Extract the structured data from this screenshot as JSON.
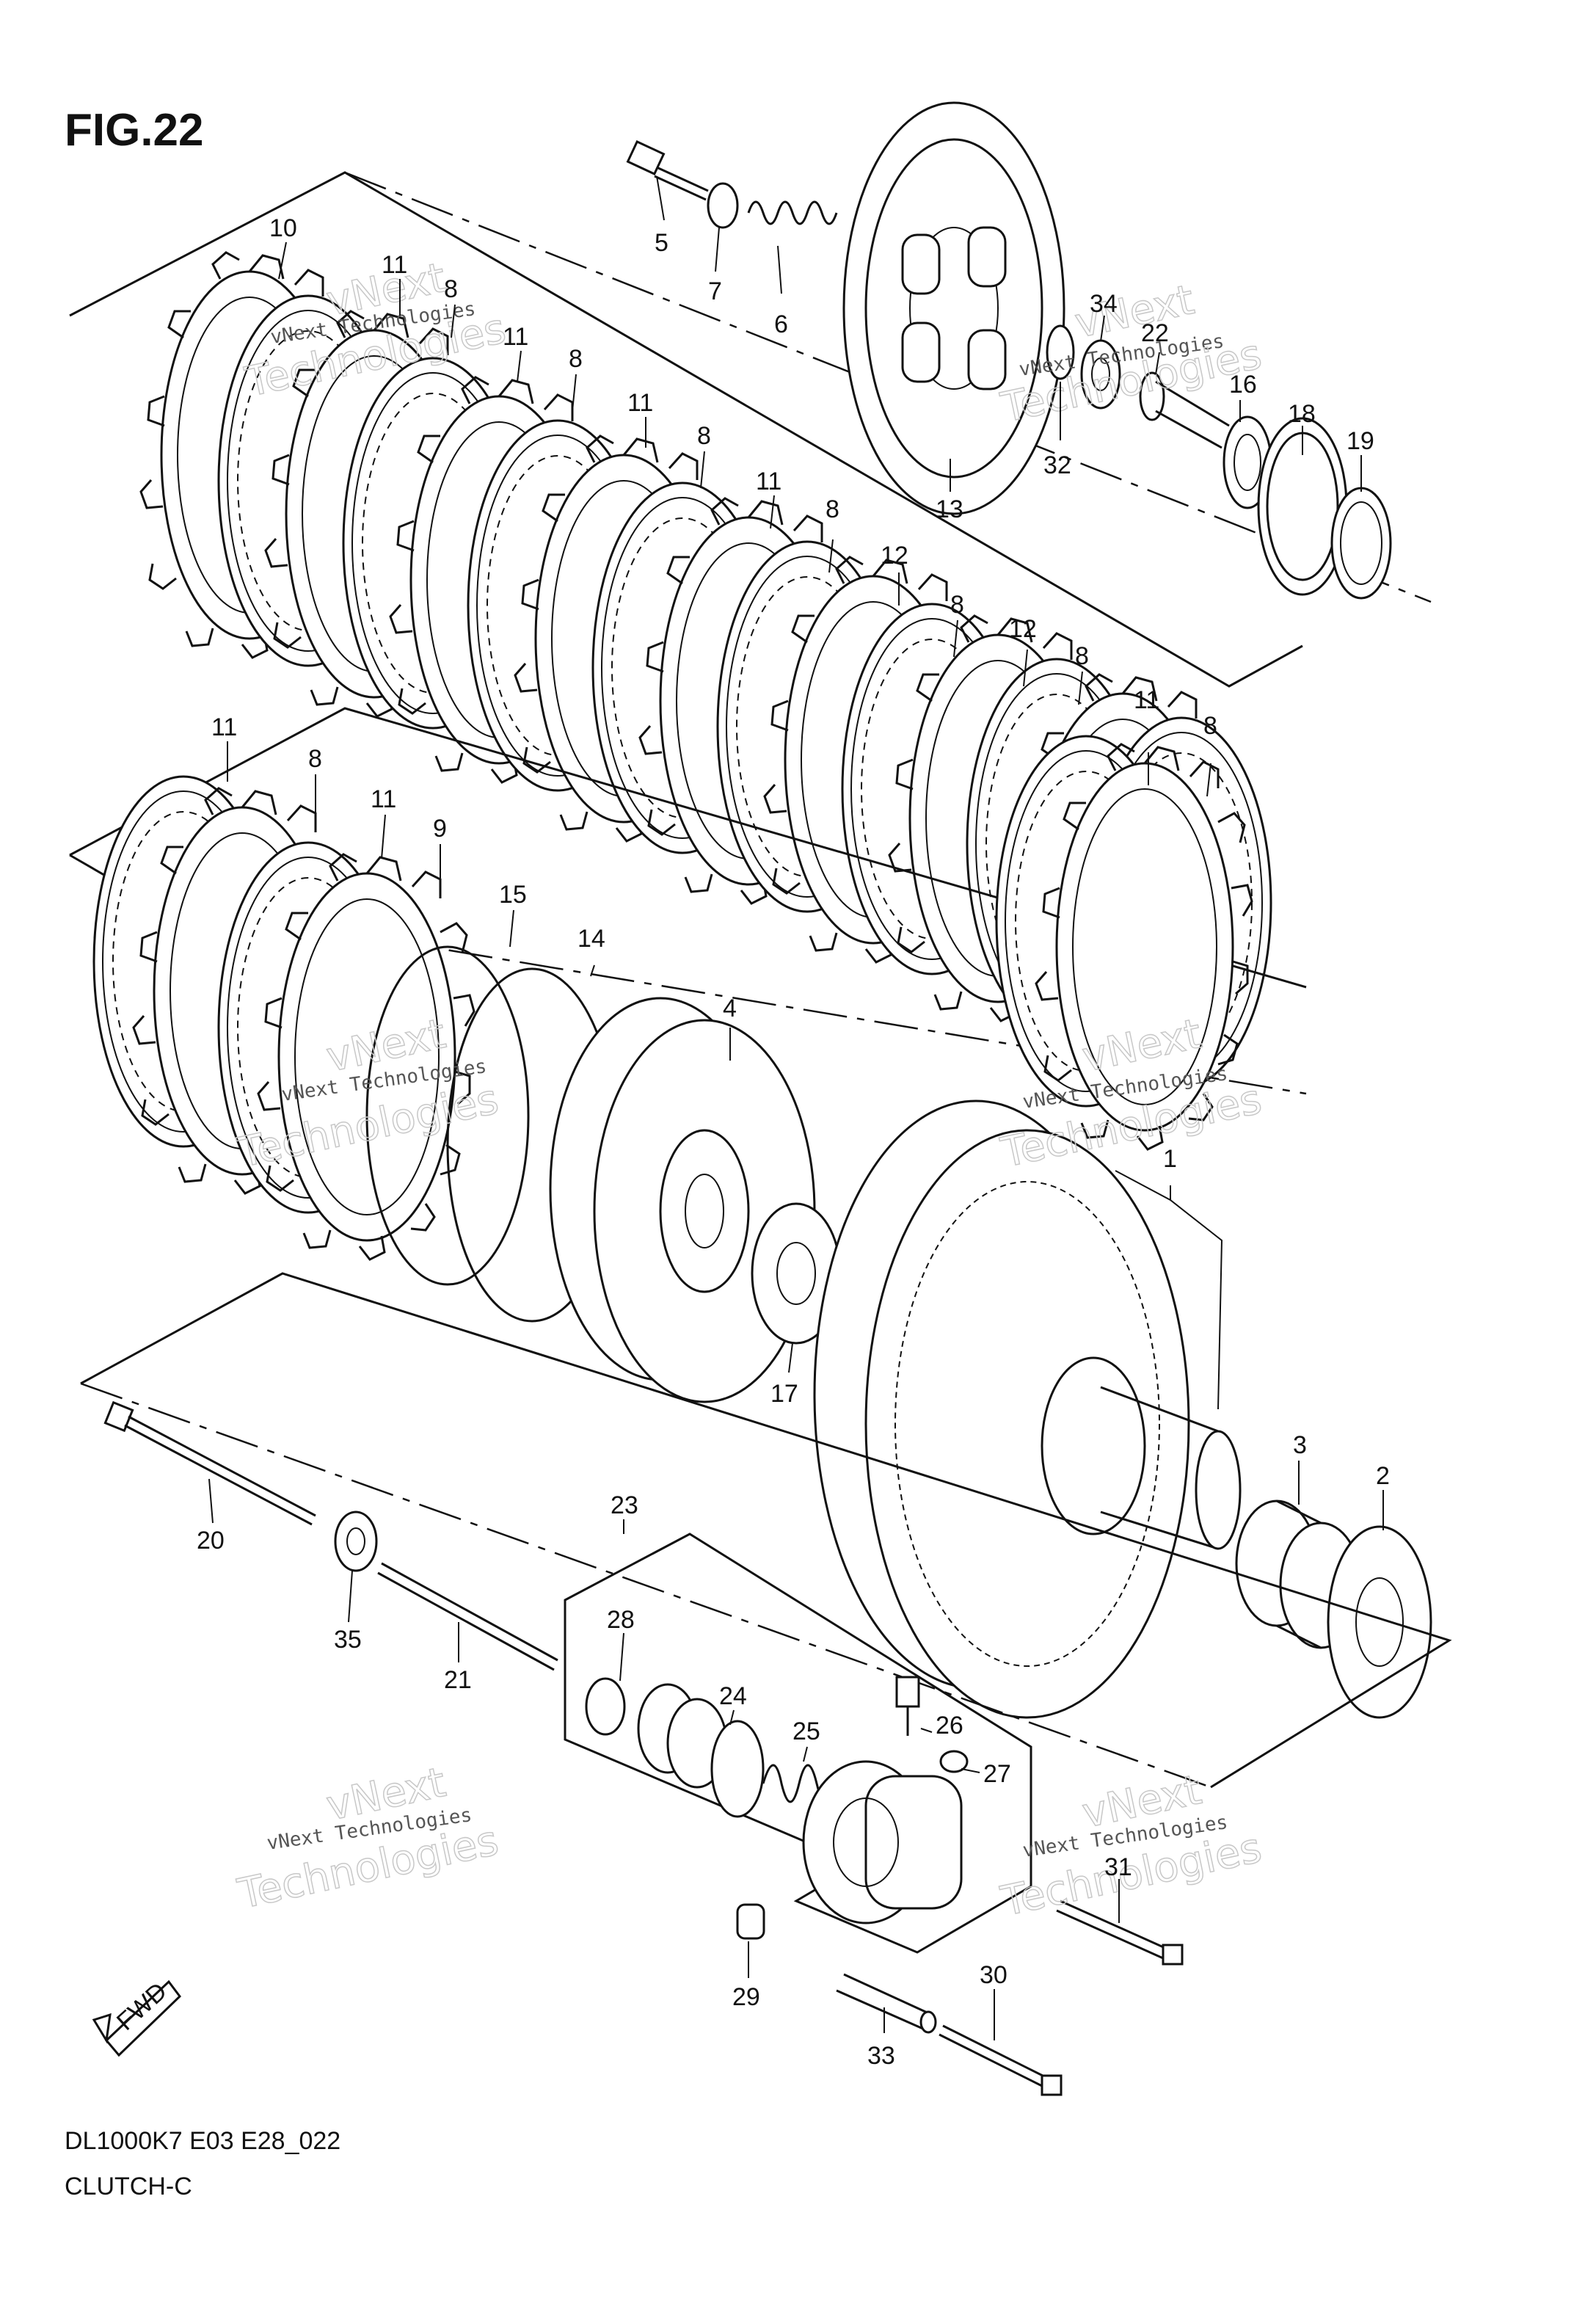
{
  "figure": {
    "title": "FIG.22",
    "model_code": "DL1000K7 E03 E28_022",
    "caption": "CLUTCH-C",
    "fwd_label": "FWD"
  },
  "watermark": {
    "line1": "vNext Technologies",
    "ghost_line1": "vNext",
    "ghost_line2": "Technologies"
  },
  "callouts": [
    {
      "id": "c10a",
      "label": "10"
    },
    {
      "id": "c11a",
      "label": "11"
    },
    {
      "id": "c8a",
      "label": "8"
    },
    {
      "id": "c11b",
      "label": "11"
    },
    {
      "id": "c8b",
      "label": "8"
    },
    {
      "id": "c11c",
      "label": "11"
    },
    {
      "id": "c8c",
      "label": "8"
    },
    {
      "id": "c11d",
      "label": "11"
    },
    {
      "id": "c8d",
      "label": "8"
    },
    {
      "id": "c12a",
      "label": "12"
    },
    {
      "id": "c8e",
      "label": "8"
    },
    {
      "id": "c12b",
      "label": "12"
    },
    {
      "id": "c8f",
      "label": "8"
    },
    {
      "id": "c11e",
      "label": "11"
    },
    {
      "id": "c8g",
      "label": "8"
    },
    {
      "id": "c5",
      "label": "5"
    },
    {
      "id": "c7",
      "label": "7"
    },
    {
      "id": "c6",
      "label": "6"
    },
    {
      "id": "c13",
      "label": "13"
    },
    {
      "id": "c34",
      "label": "34"
    },
    {
      "id": "c22",
      "label": "22"
    },
    {
      "id": "c16",
      "label": "16"
    },
    {
      "id": "c18",
      "label": "18"
    },
    {
      "id": "c19",
      "label": "19"
    },
    {
      "id": "c32",
      "label": "32"
    },
    {
      "id": "c11f",
      "label": "11"
    },
    {
      "id": "c8h",
      "label": "8"
    },
    {
      "id": "c11g",
      "label": "11"
    },
    {
      "id": "c9",
      "label": "9"
    },
    {
      "id": "c15",
      "label": "15"
    },
    {
      "id": "c14",
      "label": "14"
    },
    {
      "id": "c4",
      "label": "4"
    },
    {
      "id": "c1",
      "label": "1"
    },
    {
      "id": "c17",
      "label": "17"
    },
    {
      "id": "c3",
      "label": "3"
    },
    {
      "id": "c2",
      "label": "2"
    },
    {
      "id": "c20",
      "label": "20"
    },
    {
      "id": "c35",
      "label": "35"
    },
    {
      "id": "c21",
      "label": "21"
    },
    {
      "id": "c23",
      "label": "23"
    },
    {
      "id": "c28",
      "label": "28"
    },
    {
      "id": "c24",
      "label": "24"
    },
    {
      "id": "c25",
      "label": "25"
    },
    {
      "id": "c26",
      "label": "26"
    },
    {
      "id": "c27",
      "label": "27"
    },
    {
      "id": "c31",
      "label": "31"
    },
    {
      "id": "c29",
      "label": "29"
    },
    {
      "id": "c30",
      "label": "30"
    },
    {
      "id": "c33",
      "label": "33"
    }
  ]
}
